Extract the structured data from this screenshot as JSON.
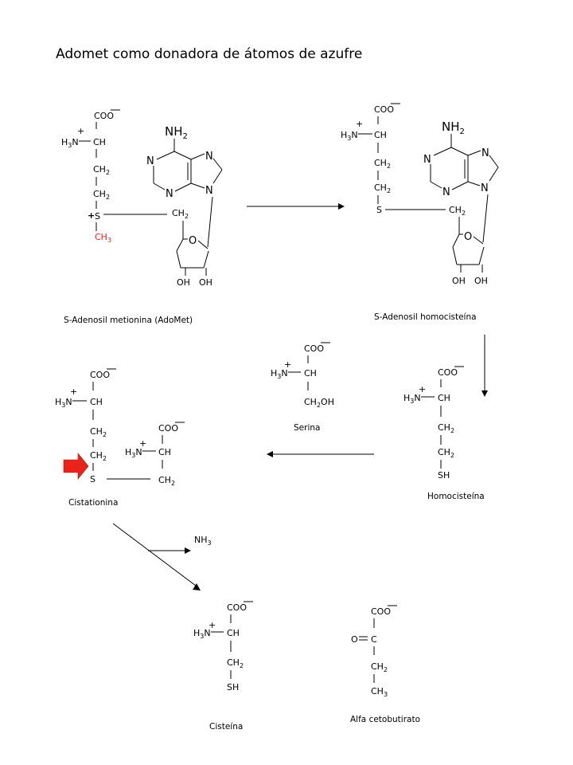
{
  "title": "Adomet como donadora de átomos de azufre",
  "labels": {
    "coo": "COO",
    "h3n": "H",
    "n": "N",
    "three": "3",
    "two": "2",
    "plus": "+",
    "ch": "CH",
    "ch2": "CH",
    "ch3_red": "CH",
    "s": "S",
    "sh": "SH",
    "oh": "OH",
    "o": "O",
    "nh2": "NH",
    "c": "C",
    "ch2oh": "CH",
    "oh_suffix": "OH",
    "nh3": "NH"
  },
  "compounds": {
    "adomet": "S-Adenosil metionina (AdoMet)",
    "sah": "S-Adenosil homocisteína",
    "serina": "Serina",
    "homocisteina": "Homocisteína",
    "cistationina": "Cistationina",
    "cisteina": "Cisteína",
    "alfa": "Alfa cetobutirato"
  },
  "colors": {
    "methyl": "#e8231c",
    "arrow_highlight": "#e8231c",
    "ink": "#000000"
  }
}
